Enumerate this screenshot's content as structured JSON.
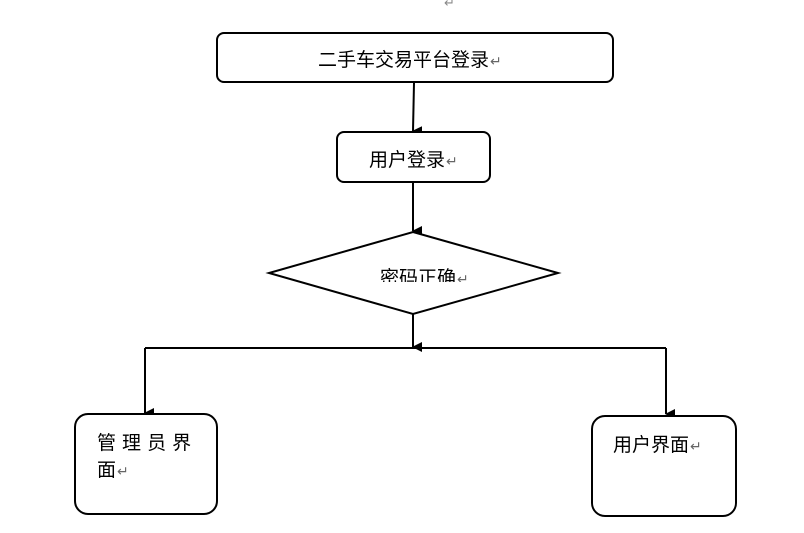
{
  "top_mark": "↵",
  "nodes": {
    "platform_login": {
      "text": "二手车交易平台登录",
      "mark": "↵"
    },
    "user_login": {
      "text": "用户登录",
      "mark": "↵"
    },
    "password_check": {
      "text": "密码正确",
      "mark": "↵"
    },
    "admin_ui": {
      "line1": "管 理 员 界",
      "line2": "面",
      "mark": "↵"
    },
    "user_ui": {
      "text": "用户界面",
      "mark": "↵"
    }
  }
}
